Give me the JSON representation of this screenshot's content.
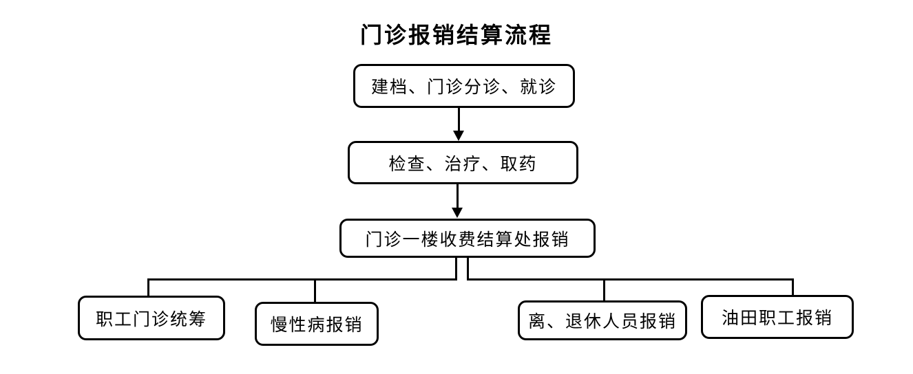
{
  "title": "门诊报销结算流程",
  "nodes": {
    "step1": {
      "label": "建档、门诊分诊、就诊"
    },
    "step2": {
      "label": "检查、治疗、取药"
    },
    "step3": {
      "label": "门诊一楼收费结算处报销"
    }
  },
  "branches": [
    {
      "label": "职工门诊统筹"
    },
    {
      "label": "慢性病报销"
    },
    {
      "label": "离、退休人员报销"
    },
    {
      "label": "油田职工报销"
    }
  ],
  "colors": {
    "background": "#ffffff",
    "box_fill": "#ffffff",
    "box_border": "#000000",
    "line": "#000000",
    "text": "#000000"
  }
}
